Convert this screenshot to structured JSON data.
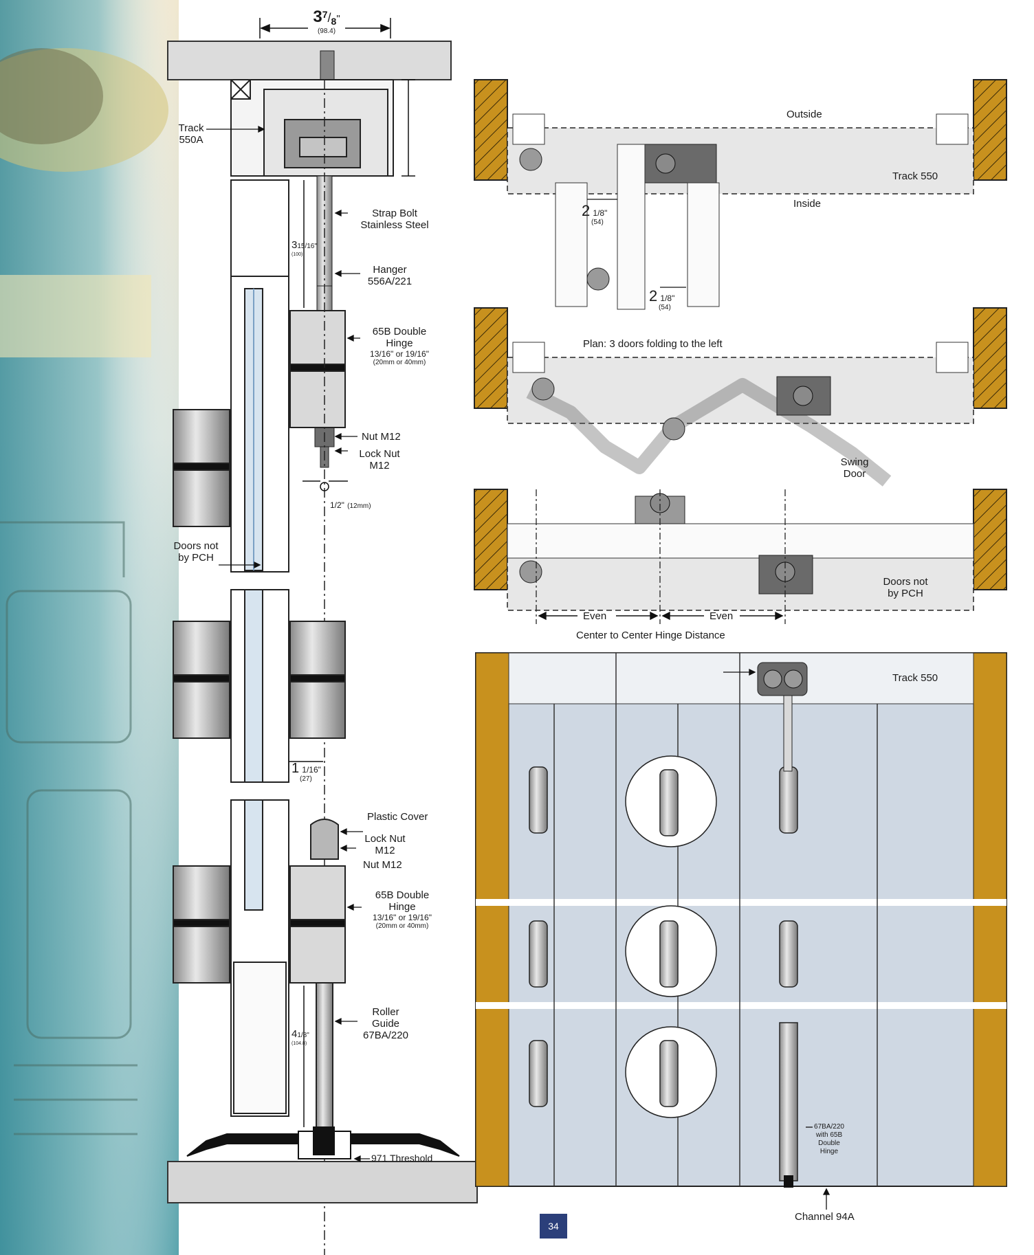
{
  "left_section": {
    "top_dimension": {
      "whole": "3",
      "num": "7",
      "den": "8",
      "inch": "\"",
      "metric": "(98.4)"
    },
    "track": {
      "line1": "Track",
      "line2": "550A"
    },
    "strap_bolt": {
      "line1": "Strap Bolt",
      "line2": "Stainless Steel"
    },
    "dim_3_15_16": {
      "whole": "3",
      "frac": "15/16\"",
      "metric": "(100)"
    },
    "hanger": {
      "line1": "Hanger",
      "line2": "556A/221"
    },
    "hinge_upper": {
      "line1": "65B Double",
      "line2": "Hinge",
      "sizes": "13/16\" or 19/16\"",
      "metric": "(20mm or 40mm)"
    },
    "nut": "Nut M12",
    "lock_nut": {
      "line1": "Lock Nut",
      "line2": "M12"
    },
    "half_inch": {
      "frac": "1/2\"",
      "metric": "(12mm)"
    },
    "doors_not": {
      "line1": "Doors not",
      "line2": "by PCH"
    },
    "dim_1_1_16": {
      "whole": "1",
      "frac": "1/16\"",
      "metric": "(27)"
    },
    "plastic_cover": "Plastic Cover",
    "lock_nut_2": {
      "line1": "Lock Nut",
      "line2": "M12"
    },
    "nut_2": "Nut M12",
    "hinge_lower": {
      "line1": "65B Double",
      "line2": "Hinge",
      "sizes": "13/16\" or 19/16\"",
      "metric": "(20mm or 40mm)"
    },
    "roller_guide": {
      "line1": "Roller",
      "line2": "Guide",
      "line3": "67BA/220"
    },
    "dim_4_1_8": {
      "whole": "4",
      "frac": "1/8\"",
      "metric": "(104.8)"
    },
    "threshold": "971 Threshold"
  },
  "plan_1": {
    "outside": "Outside",
    "track": "Track 550",
    "inside": "Inside",
    "dim_a": {
      "whole": "2",
      "frac": "1/8\"",
      "metric": "(54)"
    },
    "dim_b": {
      "whole": "2",
      "frac": "1/8\"",
      "metric": "(54)"
    }
  },
  "plan_2": {
    "title": "Plan:  3 doors folding to the left",
    "swing_door": {
      "line1": "Swing",
      "line2": "Door"
    }
  },
  "plan_3": {
    "doors_not": {
      "line1": "Doors not",
      "line2": "by PCH"
    },
    "even_1": "Even",
    "even_2": "Even",
    "caption": "Center to Center Hinge Distance"
  },
  "elevation": {
    "track": "Track 550",
    "roller_note": {
      "line1": "67BA/220",
      "line2": "with 65B",
      "line3": "Double",
      "line4": "Hinge"
    },
    "channel": "Channel 94A"
  },
  "page_number": "34",
  "colors": {
    "wood": "#c8911e",
    "panel": "#cfd8e3",
    "metal_gray": "#9a9a9a",
    "dark_gray": "#5a5a5a",
    "page_num_bg": "#2b3f7a"
  }
}
